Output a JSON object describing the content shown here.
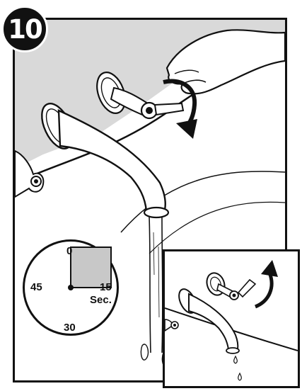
{
  "step": {
    "number": "10"
  },
  "timer": {
    "labels": {
      "top": "0",
      "right": "15",
      "bottom": "30",
      "left": "45"
    },
    "unit": "Sec.",
    "highlighted_seconds": 15
  }
}
